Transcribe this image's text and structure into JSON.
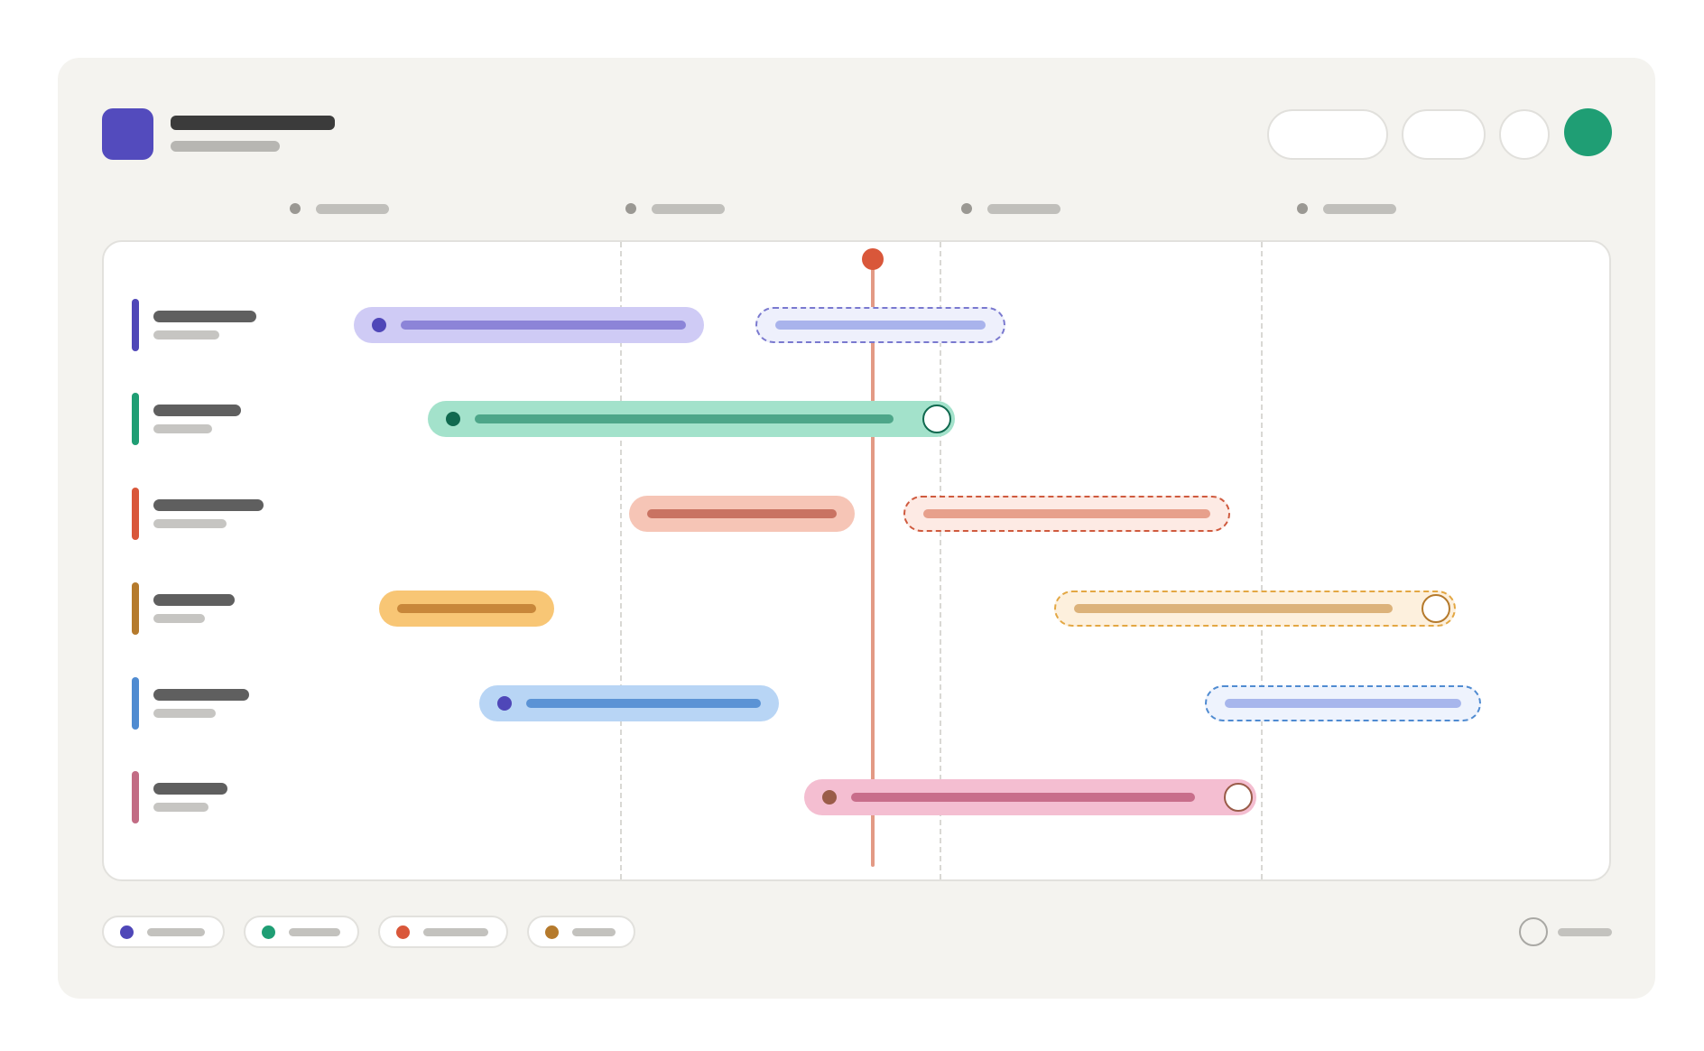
{
  "app": {
    "brand_color": "#534bbd",
    "title_placeholder_color": "#3b3b3b",
    "subtitle_placeholder_color": "#b7b6b2",
    "avatar_color": "#1f9e74"
  },
  "header": {
    "buttons": [
      {
        "name": "header-button-wide",
        "icon": "blank-pill"
      },
      {
        "name": "header-button-medium",
        "icon": "blank-pill"
      },
      {
        "name": "header-button-round",
        "icon": "blank-circle"
      }
    ]
  },
  "timeline": {
    "columns": 4,
    "now_marker_color": "#d9573a",
    "rows": [
      {
        "accent": "#4f47b8",
        "tasks": [
          {
            "status": "active",
            "fill": "#cfcbf5",
            "line": "#8c84d8",
            "dot": "#4f47b8"
          },
          {
            "status": "planned",
            "fill": "#eef0fc",
            "border": "#7a79cf",
            "line": "#a9b3ec"
          }
        ]
      },
      {
        "accent": "#1f9e74",
        "tasks": [
          {
            "status": "active",
            "fill": "#a3e2cb",
            "line": "#4da689",
            "dot": "#10694f",
            "milestone_border": "#10694f"
          }
        ]
      },
      {
        "accent": "#d9573a",
        "tasks": [
          {
            "status": "active",
            "fill": "#f6c5b6",
            "line": "#c97362"
          },
          {
            "status": "planned",
            "fill": "#fdeae4",
            "border": "#cf5a3e",
            "line": "#e7a08c"
          }
        ]
      },
      {
        "accent": "#b57a2c",
        "tasks": [
          {
            "status": "active",
            "fill": "#f8c675",
            "line": "#c8873a"
          },
          {
            "status": "planned",
            "fill": "#fdf0dd",
            "border": "#e3a743",
            "line": "#dcb27a",
            "milestone_border": "#b57a2c"
          }
        ]
      },
      {
        "accent": "#4f8bd1",
        "tasks": [
          {
            "status": "active",
            "fill": "#b8d5f5",
            "line": "#5b93d5",
            "dot": "#4f47b8"
          },
          {
            "status": "planned",
            "fill": "#eef3fd",
            "border": "#4f8bd1",
            "line": "#a7b6ec"
          }
        ]
      },
      {
        "accent": "#c26c84",
        "tasks": [
          {
            "status": "active",
            "fill": "#f4bed1",
            "line": "#c86e8b",
            "dot": "#9a5c49",
            "milestone_border": "#9a5c49"
          }
        ]
      }
    ]
  },
  "legend": {
    "items": [
      {
        "color": "#4f47b8"
      },
      {
        "color": "#1f9e74"
      },
      {
        "color": "#d9573a"
      },
      {
        "color": "#b57a2c"
      }
    ],
    "zoom_icon": "circle-outline-icon"
  }
}
